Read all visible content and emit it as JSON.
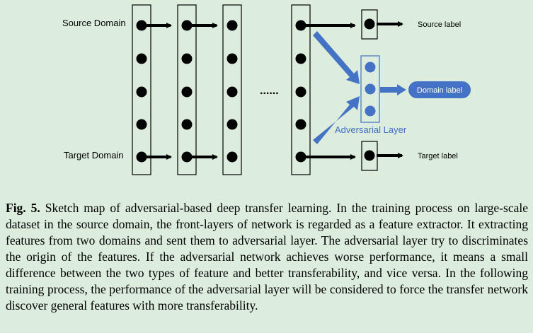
{
  "diagram": {
    "source_domain": "Source Domain",
    "target_domain": "Target Domain",
    "source_label": "Source label",
    "target_label": "Target label",
    "domain_label": "Domain label",
    "adversarial_layer": "Adversarial Layer",
    "ellipsis": "......"
  },
  "colors": {
    "background": "#dcecdd",
    "accent_blue": "#4472c4",
    "adversarial_text": "#3f6fc3"
  },
  "caption": {
    "figure_ref": "Fig. 5.",
    "text": " Sketch map of adversarial-based deep transfer learning. In the training process on large-scale dataset in the source domain, the front-layers of network is regarded as a feature extractor. It extracting features from two domains and sent them to adversarial layer. The adversarial layer try to discriminates the origin of the features. If the adversarial network achieves worse performance, it means a small difference between the two types of feature and better transferability, and vice versa. In the following training process, the performance of the adversarial layer will be considered to force the transfer network discover general features with more transferability."
  }
}
